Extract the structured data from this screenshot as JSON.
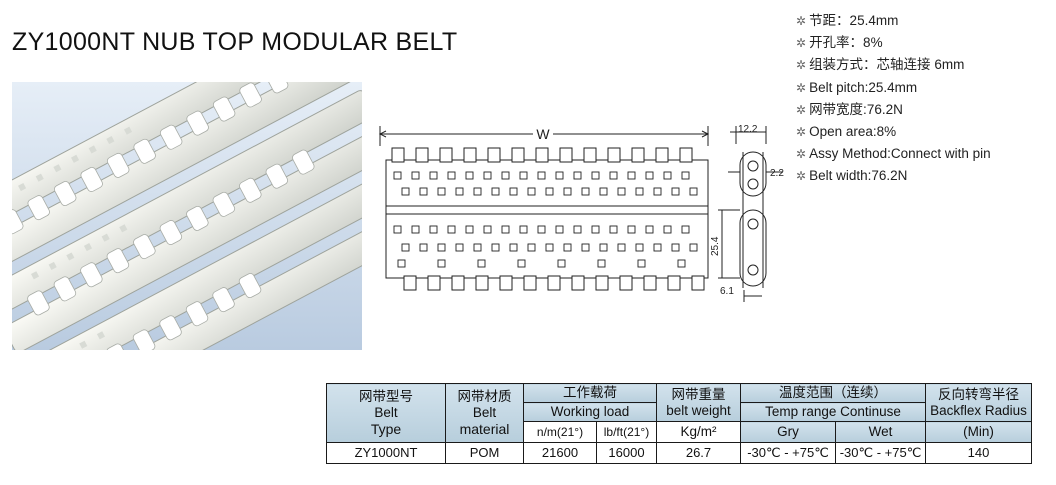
{
  "title": "ZY1000NT NUB TOP MODULAR BELT",
  "specs": [
    "节距：25.4mm",
    "开孔率：8%",
    "组装方式：芯轴连接 6mm",
    "Belt pitch:25.4mm",
    "网带宽度:76.2N",
    "Open area:8%",
    "Assy Method:Connect with pin",
    "Belt  width:76.2N"
  ],
  "drawing": {
    "width_label": "W",
    "dim_122": "12.2",
    "dim_22": "2.2",
    "dim_254": "25.4",
    "dim_61": "6.1"
  },
  "table": {
    "type": {
      "cn": "网带型号",
      "en": "Belt",
      "en2": "Type",
      "value": "ZY1000NT"
    },
    "material": {
      "cn": "网带材质",
      "en": "Belt",
      "en2": "material",
      "value": "POM"
    },
    "load": {
      "cn": "工作载荷",
      "en": "Working load",
      "col1": "n/m(21°)",
      "col2": "lb/ft(21°)",
      "v1": "21600",
      "v2": "16000"
    },
    "weight": {
      "cn": "网带重量",
      "en": "belt weight",
      "en2": "Kg/m²",
      "value": "26.7"
    },
    "temp": {
      "cn": "温度范围（连续）",
      "en": "Temp range Continuse",
      "col1": "Gry",
      "col2": "Wet",
      "v1": "-30℃ - +75℃",
      "v2": "-30℃ - +75℃"
    },
    "backflex": {
      "cn": "反向转弯半径",
      "en": "Backflex Radius",
      "en2": "(Min)",
      "value": "140"
    }
  }
}
